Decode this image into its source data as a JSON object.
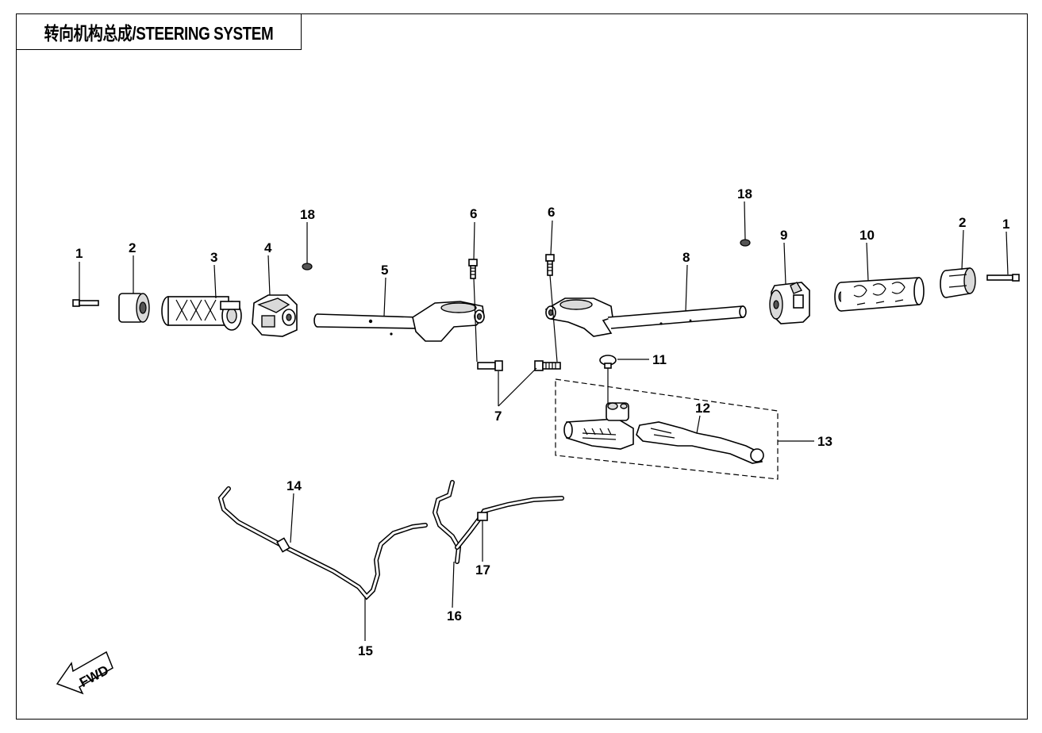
{
  "title": "转向机构总成/STEERING SYSTEM",
  "fwd_label": "FWD",
  "callouts": {
    "c1a": "1",
    "c2a": "2",
    "c3": "3",
    "c4": "4",
    "c5": "5",
    "c6a": "6",
    "c6b": "6",
    "c7": "7",
    "c8": "8",
    "c9": "9",
    "c10": "10",
    "c2b": "2",
    "c1b": "1",
    "c11": "11",
    "c12": "12",
    "c13": "13",
    "c14": "14",
    "c15": "15",
    "c16": "16",
    "c17": "17",
    "c18a": "18",
    "c18b": "18"
  }
}
